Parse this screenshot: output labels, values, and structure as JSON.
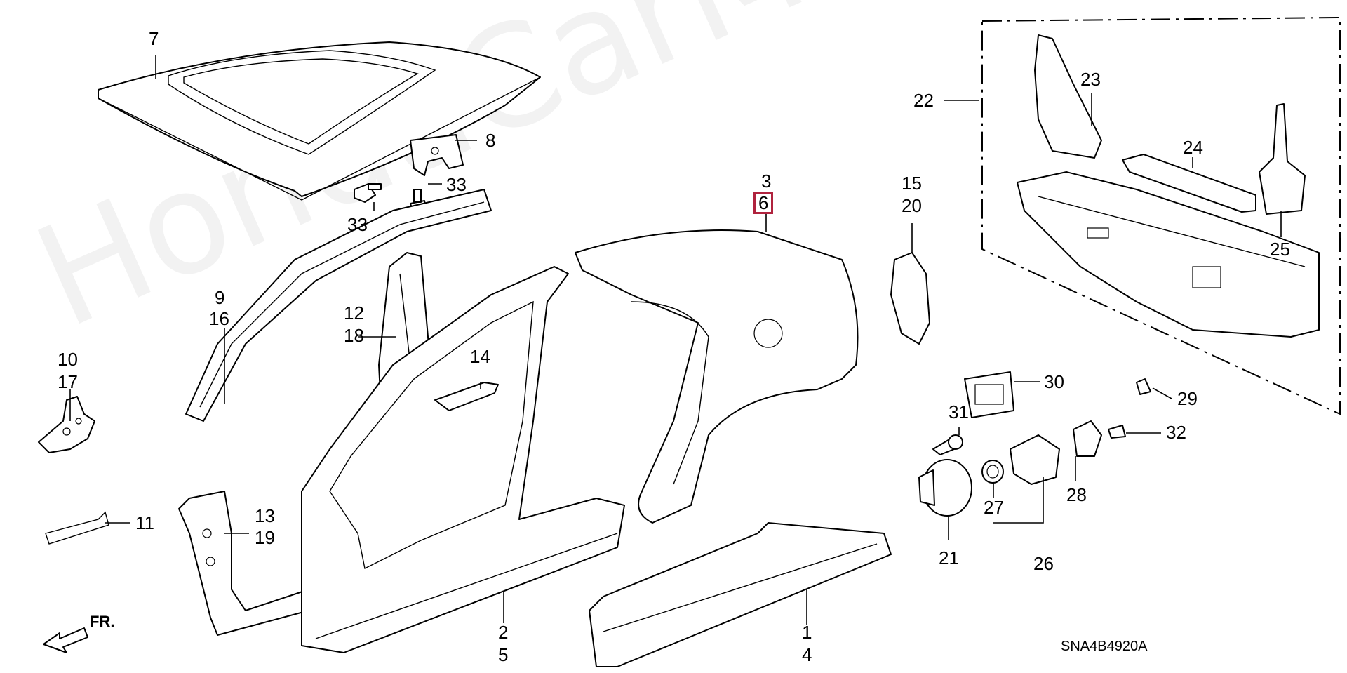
{
  "diagram": {
    "watermark": "HondaCarMine.ru",
    "diagram_code": "SNA4B4920A",
    "direction_label": "FR.",
    "highlighted_part": "6",
    "callouts": [
      {
        "id": "c7",
        "lines": [
          "7"
        ]
      },
      {
        "id": "c8",
        "lines": [
          "8"
        ]
      },
      {
        "id": "c33a",
        "lines": [
          "33"
        ]
      },
      {
        "id": "c33b",
        "lines": [
          "33"
        ]
      },
      {
        "id": "c9-16",
        "lines": [
          "9",
          "16"
        ]
      },
      {
        "id": "c10-17",
        "lines": [
          "10",
          "17"
        ]
      },
      {
        "id": "c11",
        "lines": [
          "11"
        ]
      },
      {
        "id": "c12-18",
        "lines": [
          "12",
          "18"
        ]
      },
      {
        "id": "c13-19",
        "lines": [
          "13",
          "19"
        ]
      },
      {
        "id": "c14",
        "lines": [
          "14"
        ]
      },
      {
        "id": "c3",
        "lines": [
          "3"
        ]
      },
      {
        "id": "c6",
        "lines": [
          "6"
        ]
      },
      {
        "id": "c15-20",
        "lines": [
          "15",
          "20"
        ]
      },
      {
        "id": "c2-5",
        "lines": [
          "2",
          "5"
        ]
      },
      {
        "id": "c1-4",
        "lines": [
          "1",
          "4"
        ]
      },
      {
        "id": "c22",
        "lines": [
          "22"
        ]
      },
      {
        "id": "c23",
        "lines": [
          "23"
        ]
      },
      {
        "id": "c24",
        "lines": [
          "24"
        ]
      },
      {
        "id": "c25",
        "lines": [
          "25"
        ]
      },
      {
        "id": "c29",
        "lines": [
          "29"
        ]
      },
      {
        "id": "c30",
        "lines": [
          "30"
        ]
      },
      {
        "id": "c31",
        "lines": [
          "31"
        ]
      },
      {
        "id": "c32",
        "lines": [
          "32"
        ]
      },
      {
        "id": "c27",
        "lines": [
          "27"
        ]
      },
      {
        "id": "c28",
        "lines": [
          "28"
        ]
      },
      {
        "id": "c21",
        "lines": [
          "21"
        ]
      },
      {
        "id": "c26",
        "lines": [
          "26"
        ]
      }
    ]
  }
}
